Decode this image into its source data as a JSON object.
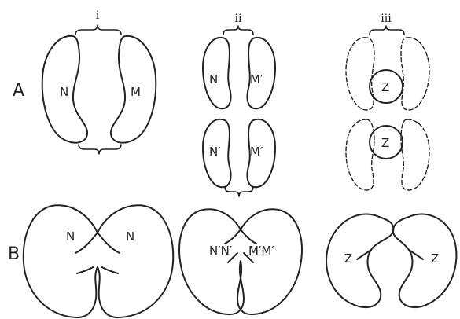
{
  "figure": {
    "columns": [
      "i",
      "ii",
      "iii"
    ],
    "rows": [
      "A",
      "B"
    ],
    "labels": {
      "n": "N",
      "m": "M",
      "n_prime": "N′",
      "m_prime": "M′",
      "z": "Z",
      "n_n_prime": "N′N′",
      "m_m_prime": "M′M′"
    }
  }
}
